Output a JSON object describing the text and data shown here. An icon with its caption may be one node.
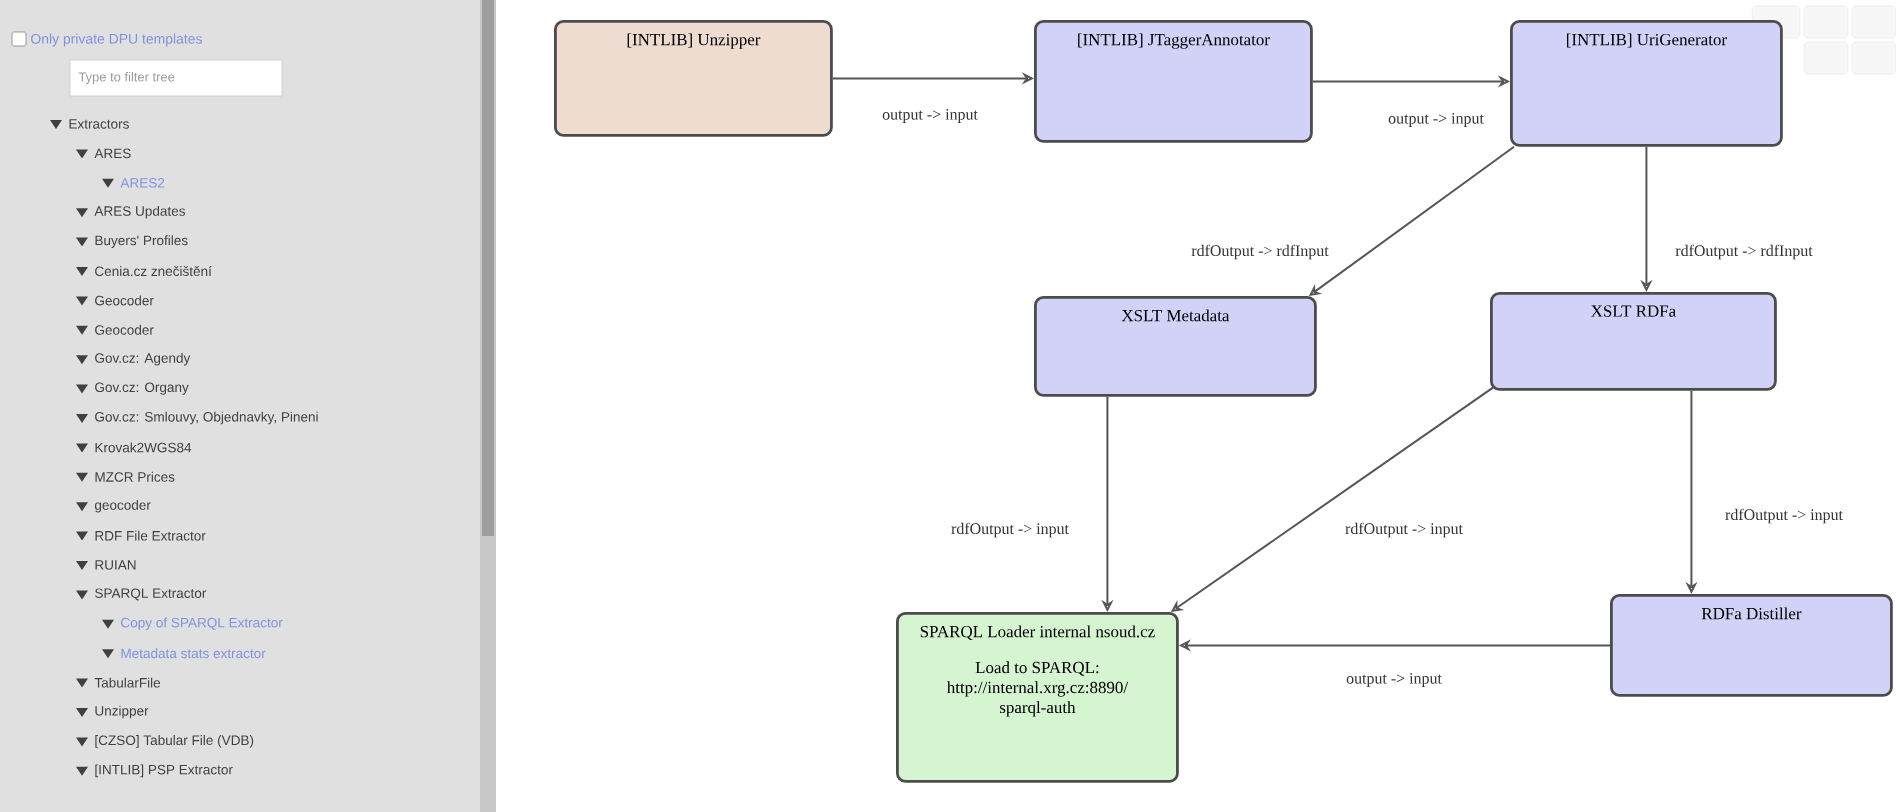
{
  "diagram": {
    "nodes": [
      {
        "text": [
          "[INTLIB] Unzipper"
        ]
      },
      {
        "text": [
          "[INTLIB] JTaggerAnnotator"
        ]
      },
      {
        "text": [
          "[INTLIB] UriGenerator"
        ]
      },
      {
        "text": [
          "XSLT Metadata"
        ]
      },
      {
        "text": [
          "XSLT RDFa"
        ]
      },
      {
        "text": [
          "SPARQL Loader internal nsoud.cz",
          "Load to SPARQL: http://internal.xrg.cz:8890/ sparql-auth"
        ]
      },
      {
        "text": [
          "RDFa Distiller"
        ]
      }
    ],
    "edges": [
      {
        "from": 0,
        "to": 1,
        "arrow": "to",
        "label": "output -> input"
      },
      {
        "from": 1,
        "to": 2,
        "arrow": "to",
        "label": "output -> input"
      },
      {
        "from": 2,
        "to": 3,
        "arrow": "to",
        "label": "rdfOutput -> rdfInput"
      },
      {
        "from": 2,
        "to": 4,
        "arrow": "to",
        "label": "rdfOutput -> rdfInput"
      },
      {
        "from": 3,
        "to": 5,
        "arrow": "to",
        "label": "rdfOutput -> input"
      },
      {
        "from": 4,
        "to": 5,
        "arrow": "to",
        "label": "rdfOutput -> input"
      },
      {
        "from": 4,
        "to": 6,
        "arrow": "to",
        "label": "rdfOutput -> input"
      },
      {
        "from": 6,
        "to": 5,
        "arrow": "to",
        "label": "output -> input"
      }
    ],
    "labels": [
      "Only private DPU templates",
      "Type to filter tree",
      "Extractors",
      "ARES",
      "ARES2",
      "ARES Updates",
      "Buyers' Profiles",
      "Cenia.cz znečištění",
      "Geocoder",
      "Geocoder",
      "Gov.cz: Agendy",
      "Gov.cz: Organy",
      "Gov.cz: Smlouvy, Objednavky, Pineni",
      "Krovak2WGS84",
      "MZCR Prices",
      "geocoder",
      "RDF File Extractor",
      "RUIAN",
      "SPARQL Extractor",
      "Copy of SPARQL Extractor",
      "Metadata stats extractor",
      "TabularFile",
      "Unzipper",
      "[CZSO] Tabular File (VDB)",
      "[INTLIB] PSP Extractor"
    ]
  }
}
